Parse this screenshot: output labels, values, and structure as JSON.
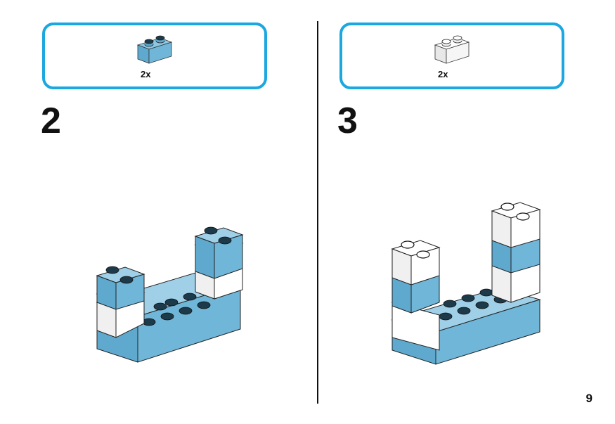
{
  "page_number": "9",
  "steps": [
    {
      "number": "2",
      "parts": {
        "quantity": "2x",
        "brick_color": "#6fb6d8"
      }
    },
    {
      "number": "3",
      "parts": {
        "quantity": "2x",
        "brick_color": "#ffffff"
      }
    }
  ],
  "colors": {
    "accent_border": "#1ba7e0",
    "medium_azure": "#6fb6d8",
    "white_brick": "#ffffff",
    "outline": "#111111"
  }
}
